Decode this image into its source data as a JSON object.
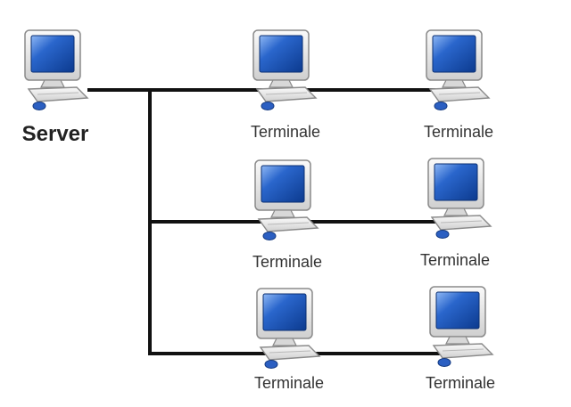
{
  "diagram": {
    "server": {
      "label": "Server",
      "icon": "computer-icon"
    },
    "terminals": [
      {
        "label": "Terminale",
        "icon": "computer-icon"
      },
      {
        "label": "Terminale",
        "icon": "computer-icon"
      },
      {
        "label": "Terminale",
        "icon": "computer-icon"
      },
      {
        "label": "Terminale",
        "icon": "computer-icon"
      },
      {
        "label": "Terminale",
        "icon": "computer-icon"
      },
      {
        "label": "Terminale",
        "icon": "computer-icon"
      }
    ],
    "colors": {
      "screen": "#1d56b8",
      "screen_highlight": "#6ea0ec",
      "case": "#e6e6e6",
      "case_edge": "#8a8a8a",
      "line": "#111111",
      "mouse": "#2b5fc2"
    }
  }
}
